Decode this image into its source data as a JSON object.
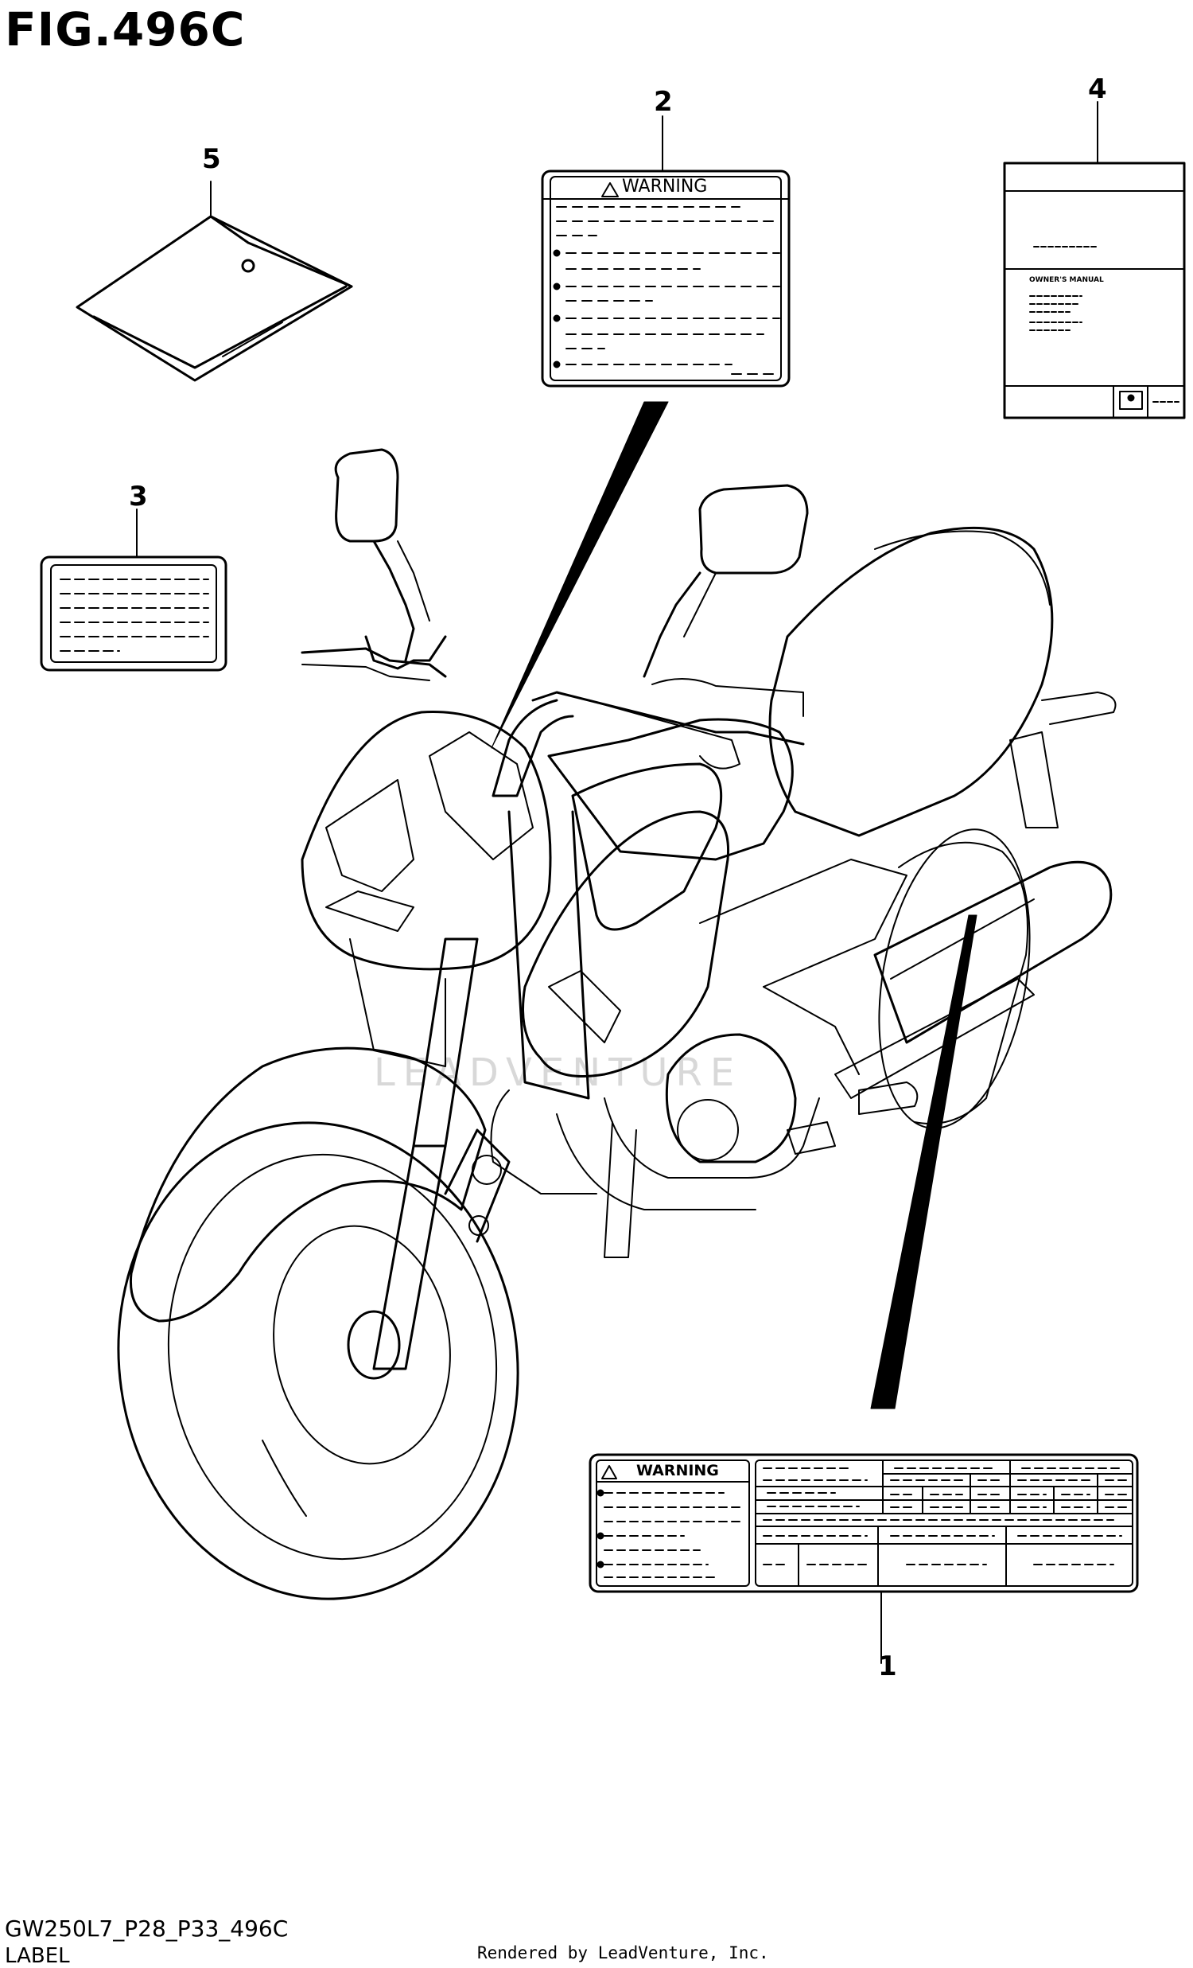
{
  "figure": {
    "title": "FIG.496C",
    "model_code": "GW250L7_P28_P33_496C",
    "section_name": "LABEL",
    "footer": "Rendered by LeadVenture, Inc.",
    "watermark": "LEADVENTURE"
  },
  "callouts": [
    {
      "number": "1"
    },
    {
      "number": "2"
    },
    {
      "number": "3"
    },
    {
      "number": "4"
    },
    {
      "number": "5"
    }
  ],
  "labels": {
    "warning_label_2": {
      "heading": "WARNING"
    },
    "combined_label_1": {
      "heading": "WARNING"
    },
    "manual_4": {
      "title": "OWNER'S MANUAL"
    }
  },
  "colors": {
    "line": "#000000",
    "watermark": "#d8d8d8",
    "background": "#ffffff"
  }
}
